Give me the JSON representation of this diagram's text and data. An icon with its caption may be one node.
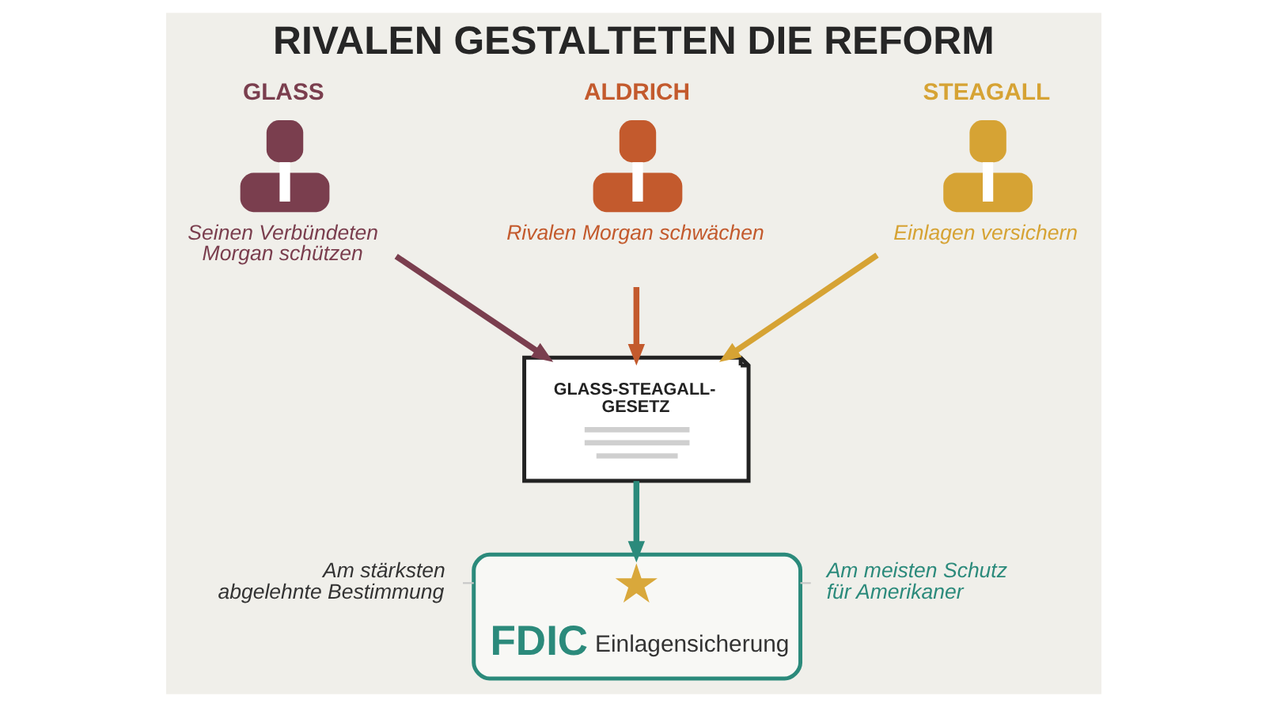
{
  "diagram": {
    "title": "RIVALEN GESTALTETEN DIE REFORM",
    "nodes": [
      {
        "text": [
          "GLASS",
          "Seinen Verbündeten Morgan schützen"
        ]
      },
      {
        "text": [
          "ALDRICH",
          "Rivalen Morgan schwächen"
        ]
      },
      {
        "text": [
          "STEAGALL",
          "Einlagen versichern"
        ]
      },
      {
        "text": [
          "GLASS-STEAGALL-GESETZ"
        ]
      },
      {
        "text": [
          "Am stärksten abgelehnte Bestimmung"
        ]
      },
      {
        "text": [
          "FDIC",
          "Einlagensicherung"
        ]
      },
      {
        "text": [],
        "shape": "star",
        "in": 5
      },
      {
        "text": [
          "Am meisten Schutz für Amerikaner"
        ]
      }
    ],
    "edges": [
      {
        "from": 0,
        "to": 3,
        "arrow": "to",
        "color": "#7a3e4e"
      },
      {
        "from": 1,
        "to": 3,
        "arrow": "to",
        "color": "#c35a2d"
      },
      {
        "from": 2,
        "to": 3,
        "arrow": "to",
        "color": "#d6a334"
      },
      {
        "from": 3,
        "to": 5,
        "arrow": "to",
        "color": "#2b8a7b"
      },
      {
        "from": 4,
        "to": 5,
        "arrow": "none",
        "color": "#c8c8c8"
      },
      {
        "from": 7,
        "to": 5,
        "arrow": "none",
        "color": "#c8c8c8"
      }
    ]
  }
}
